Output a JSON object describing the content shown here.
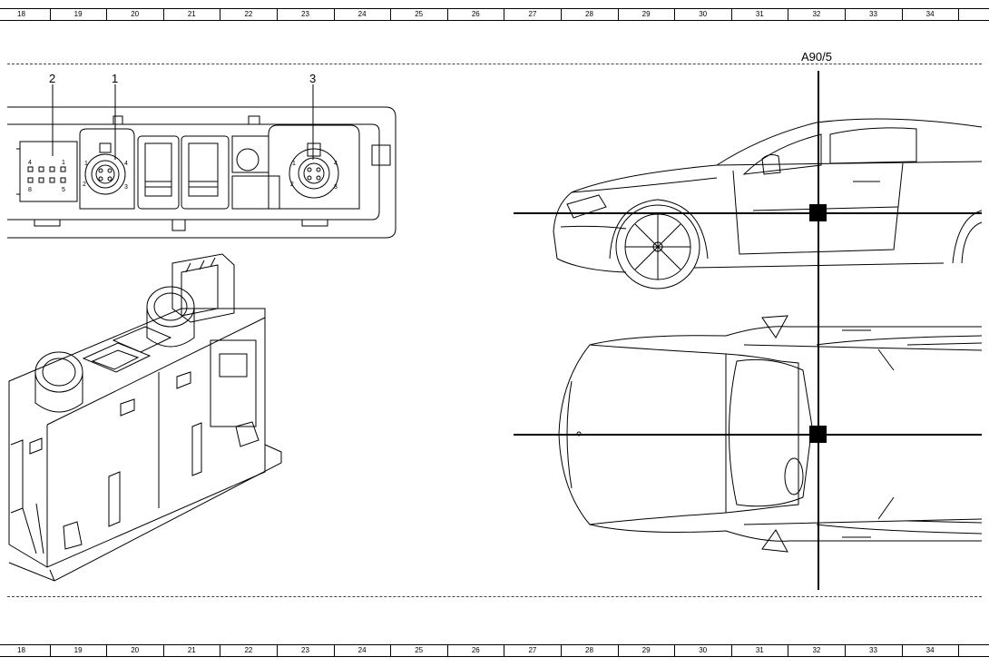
{
  "grid": {
    "columns": [
      "18",
      "19",
      "20",
      "21",
      "22",
      "23",
      "24",
      "25",
      "26",
      "27",
      "28",
      "29",
      "30",
      "31",
      "32",
      "33",
      "34"
    ]
  },
  "callouts": {
    "c1": "1",
    "c2": "2",
    "c3": "3"
  },
  "pins": {
    "block": [
      "4",
      "1",
      "8",
      "5"
    ],
    "round1": [
      "1",
      "4",
      "2",
      "3"
    ],
    "round3": [
      "1",
      "4",
      "2",
      "3"
    ]
  },
  "location": {
    "label": "A90/5"
  },
  "colors": {
    "line": "#000000",
    "marker": "#000000",
    "background": "#ffffff"
  }
}
